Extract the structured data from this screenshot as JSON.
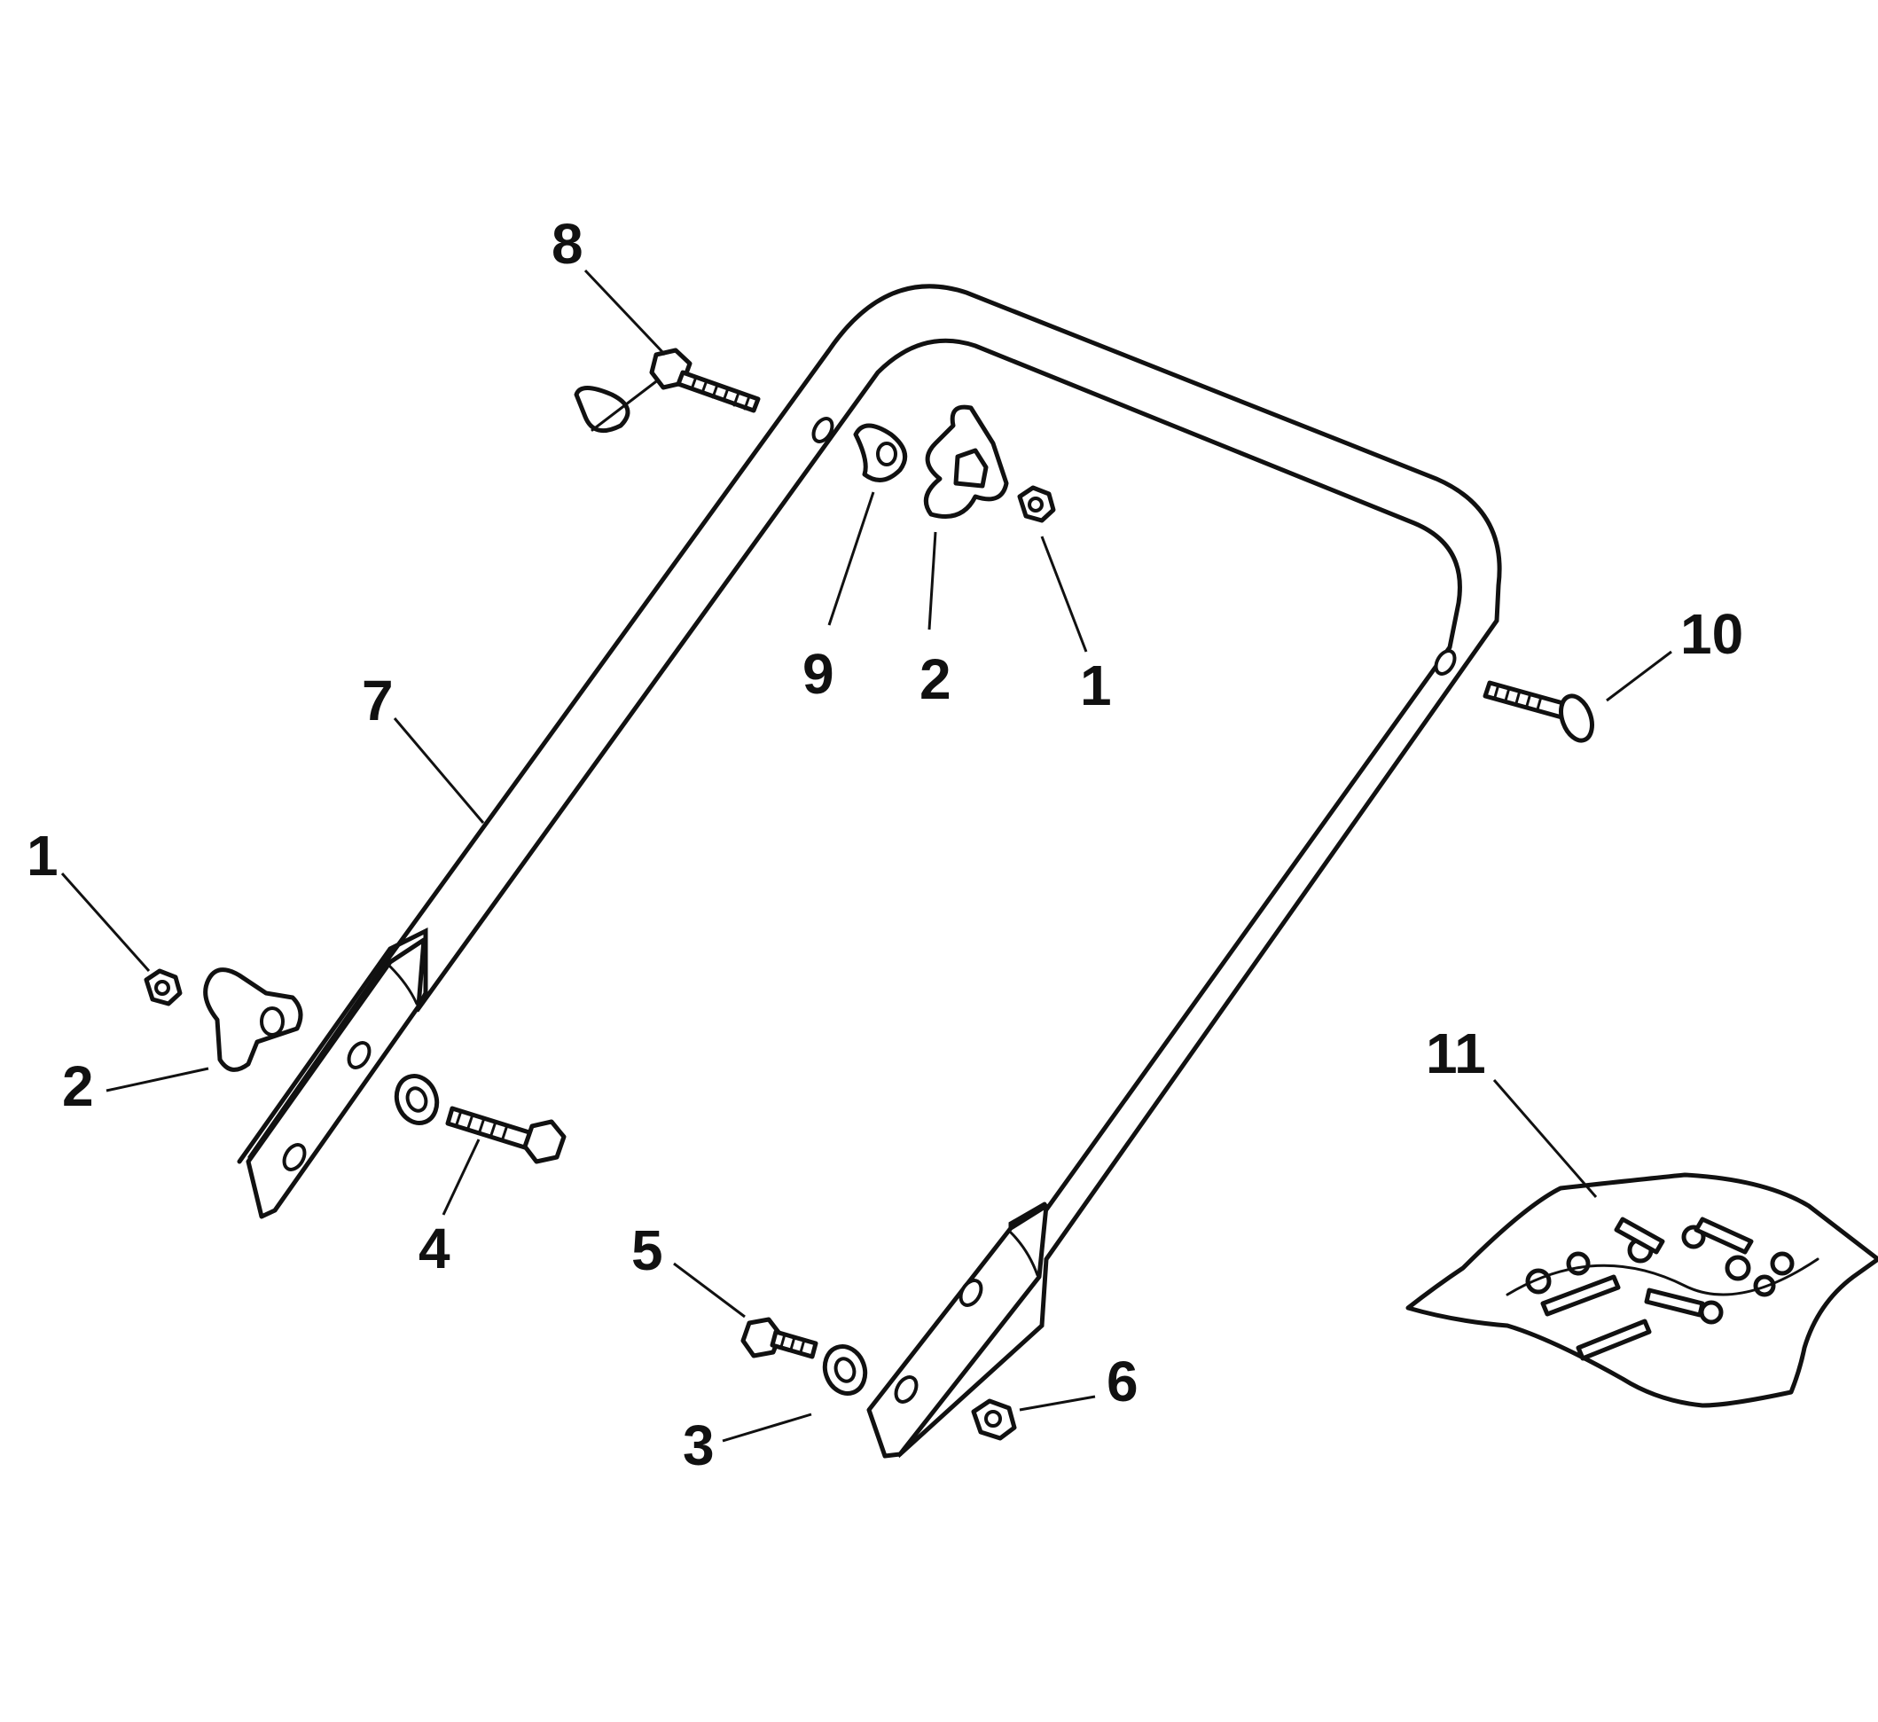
{
  "colors": {
    "ink": "#111111",
    "background": "#ffffff"
  },
  "callouts": [
    {
      "id": "c8",
      "label": "8"
    },
    {
      "id": "c9",
      "label": "9"
    },
    {
      "id": "c2a",
      "label": "2"
    },
    {
      "id": "c1a",
      "label": "1"
    },
    {
      "id": "c10",
      "label": "10"
    },
    {
      "id": "c7",
      "label": "7"
    },
    {
      "id": "c1b",
      "label": "1"
    },
    {
      "id": "c2b",
      "label": "2"
    },
    {
      "id": "c4",
      "label": "4"
    },
    {
      "id": "c5",
      "label": "5"
    },
    {
      "id": "c3",
      "label": "3"
    },
    {
      "id": "c6",
      "label": "6"
    },
    {
      "id": "c11",
      "label": "11"
    }
  ],
  "parts": [
    {
      "label": "1",
      "icon": "hex-nut-icon"
    },
    {
      "label": "2",
      "icon": "star-knob-icon"
    },
    {
      "label": "3",
      "icon": "washer-icon"
    },
    {
      "label": "4",
      "icon": "hex-bolt-icon"
    },
    {
      "label": "5",
      "icon": "short-bolt-icon"
    },
    {
      "label": "6",
      "icon": "lock-nut-icon"
    },
    {
      "label": "7",
      "icon": "handle-bar-icon"
    },
    {
      "label": "8",
      "icon": "cable-guide-screw-icon"
    },
    {
      "label": "9",
      "icon": "spacer-icon"
    },
    {
      "label": "10",
      "icon": "carriage-bolt-icon"
    },
    {
      "label": "11",
      "icon": "hardware-bag-icon"
    }
  ]
}
